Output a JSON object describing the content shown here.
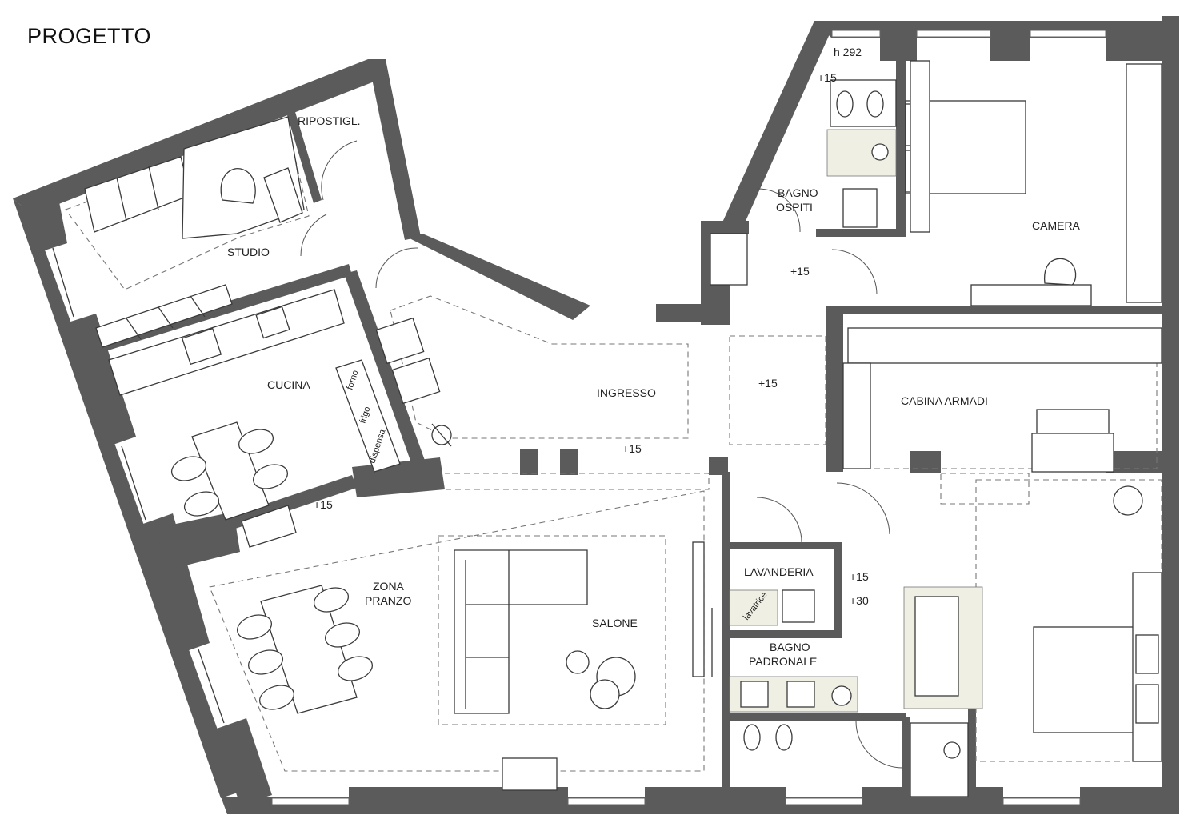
{
  "title": "PROGETTO",
  "rooms": {
    "ripostiglio": "RIPOSTIGL.",
    "studio": "STUDIO",
    "cucina": "CUCINA",
    "ingresso": "INGRESSO",
    "bagno_ospiti_1": "BAGNO",
    "bagno_ospiti_2": "OSPITI",
    "camera": "CAMERA",
    "cabina_armadi": "CABINA ARMADI",
    "lavanderia": "LAVANDERIA",
    "bagno_padronale_1": "BAGNO",
    "bagno_padronale_2": "PADRONALE",
    "zona_pranzo_1": "ZONA",
    "zona_pranzo_2": "PRANZO",
    "salone": "SALONE"
  },
  "appliances": {
    "forno": "forno",
    "frigo": "frigo",
    "dispensa": "dispensa",
    "lavatrice": "lavatrice"
  },
  "levels": {
    "height": "h 292",
    "bagno_ospiti": "+15",
    "disimpegno": "+15",
    "corridoio": "+15",
    "ingresso": "+15",
    "cucina": "+15",
    "camera_a": "+15",
    "camera_b": "+30"
  }
}
